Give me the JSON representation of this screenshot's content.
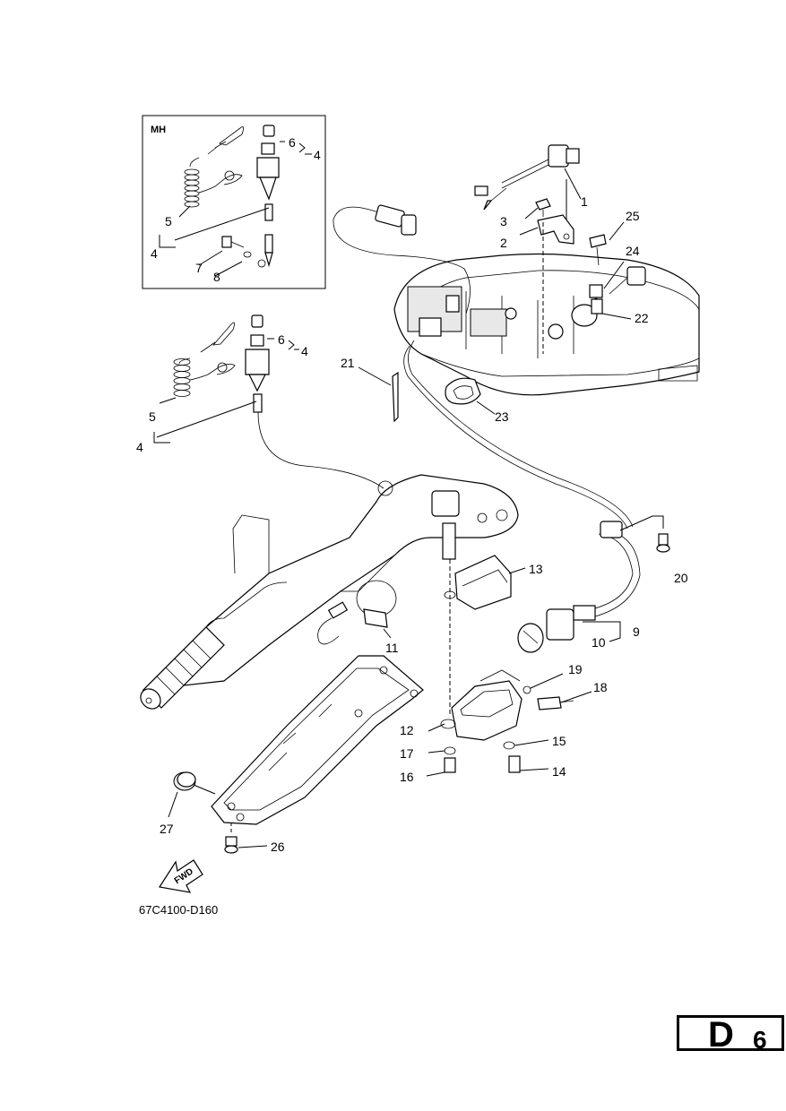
{
  "inset": {
    "title": "MH"
  },
  "callouts": {
    "n1": "1",
    "n2": "2",
    "n3": "3",
    "n4a": "4",
    "n4b": "4",
    "n4c": "4",
    "n4d": "4",
    "n5a": "5",
    "n5b": "5",
    "n6a": "6",
    "n6b": "6",
    "n7": "7",
    "n8": "8",
    "n9": "9",
    "n10": "10",
    "n11": "11",
    "n12": "12",
    "n13": "13",
    "n14": "14",
    "n15": "15",
    "n16": "16",
    "n17": "17",
    "n18": "18",
    "n19": "19",
    "n20": "20",
    "n21": "21",
    "n22": "22",
    "n23": "23",
    "n24": "24",
    "n25": "25",
    "n26": "26",
    "n27": "27"
  },
  "fwd_label": "FWD",
  "diagram_code": "67C4100-D160",
  "page": {
    "letter": "D",
    "number": "6"
  }
}
